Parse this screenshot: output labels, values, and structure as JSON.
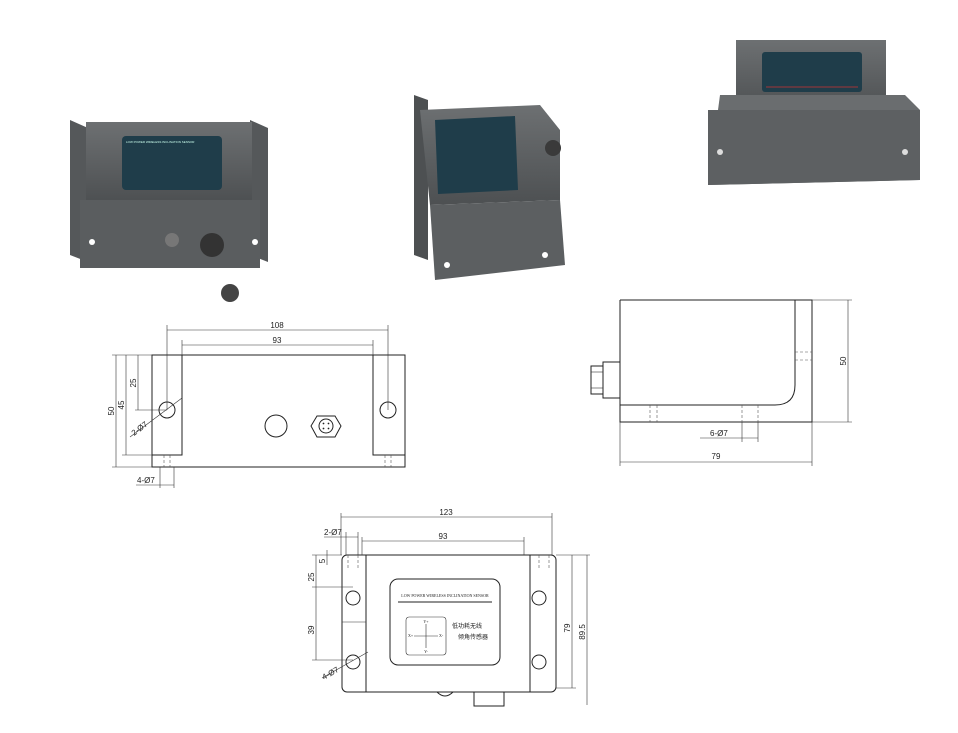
{
  "product": {
    "label_en": "LOW POWER WIRELESS INCLINATION SENSOR",
    "label_cn_line1": "低功耗无线",
    "label_cn_line2": "倾角传感器",
    "axes": {
      "y_plus": "Y+",
      "y_minus": "Y-",
      "x_plus": "X+",
      "x_minus": "X-"
    }
  },
  "front_view": {
    "dims": {
      "overall_hole_span": "108",
      "inner_span": "93",
      "height": "50",
      "height_inner": "45",
      "hole_height": "25",
      "hole_note": "2-Ø7",
      "bottom_hole_note": "4-Ø7"
    }
  },
  "side_view": {
    "dims": {
      "height": "50",
      "length": "79",
      "hole_note": "6-Ø7"
    }
  },
  "top_view": {
    "dims": {
      "overall_width": "123",
      "inner_width": "93",
      "hole_note_top": "2-Ø7",
      "edge_offset": "5",
      "hole_offset": "25",
      "hole_spacing": "39",
      "hole_note": "4-Ø7",
      "body_depth": "79",
      "overall_depth": "89.5"
    }
  },
  "colors": {
    "body": "#5f6264",
    "label_panel": "#1f3d4a",
    "line": "#222222"
  }
}
